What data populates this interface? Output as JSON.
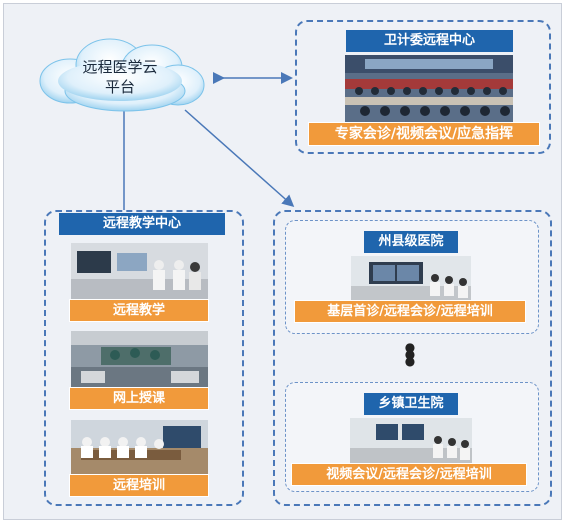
{
  "cloud": {
    "line1": "远程医学云",
    "line2": "平台"
  },
  "health_center": {
    "title": "卫计委远程中心",
    "label": "专家会诊/视频会议/应急指挥"
  },
  "teaching_center": {
    "title": "远程教学中心",
    "items": [
      "远程教学",
      "网上授课",
      "远程培训"
    ]
  },
  "county_hospital": {
    "title": "州县级医院",
    "label": "基层首诊/远程会诊/远程培训"
  },
  "township_clinic": {
    "title": "乡镇卫生院",
    "label": "视频会议/远程会诊/远程培训"
  },
  "colors": {
    "title_blue": "#1f65ad",
    "label_orange": "#f19a3b",
    "connector": "#4a78b8"
  }
}
